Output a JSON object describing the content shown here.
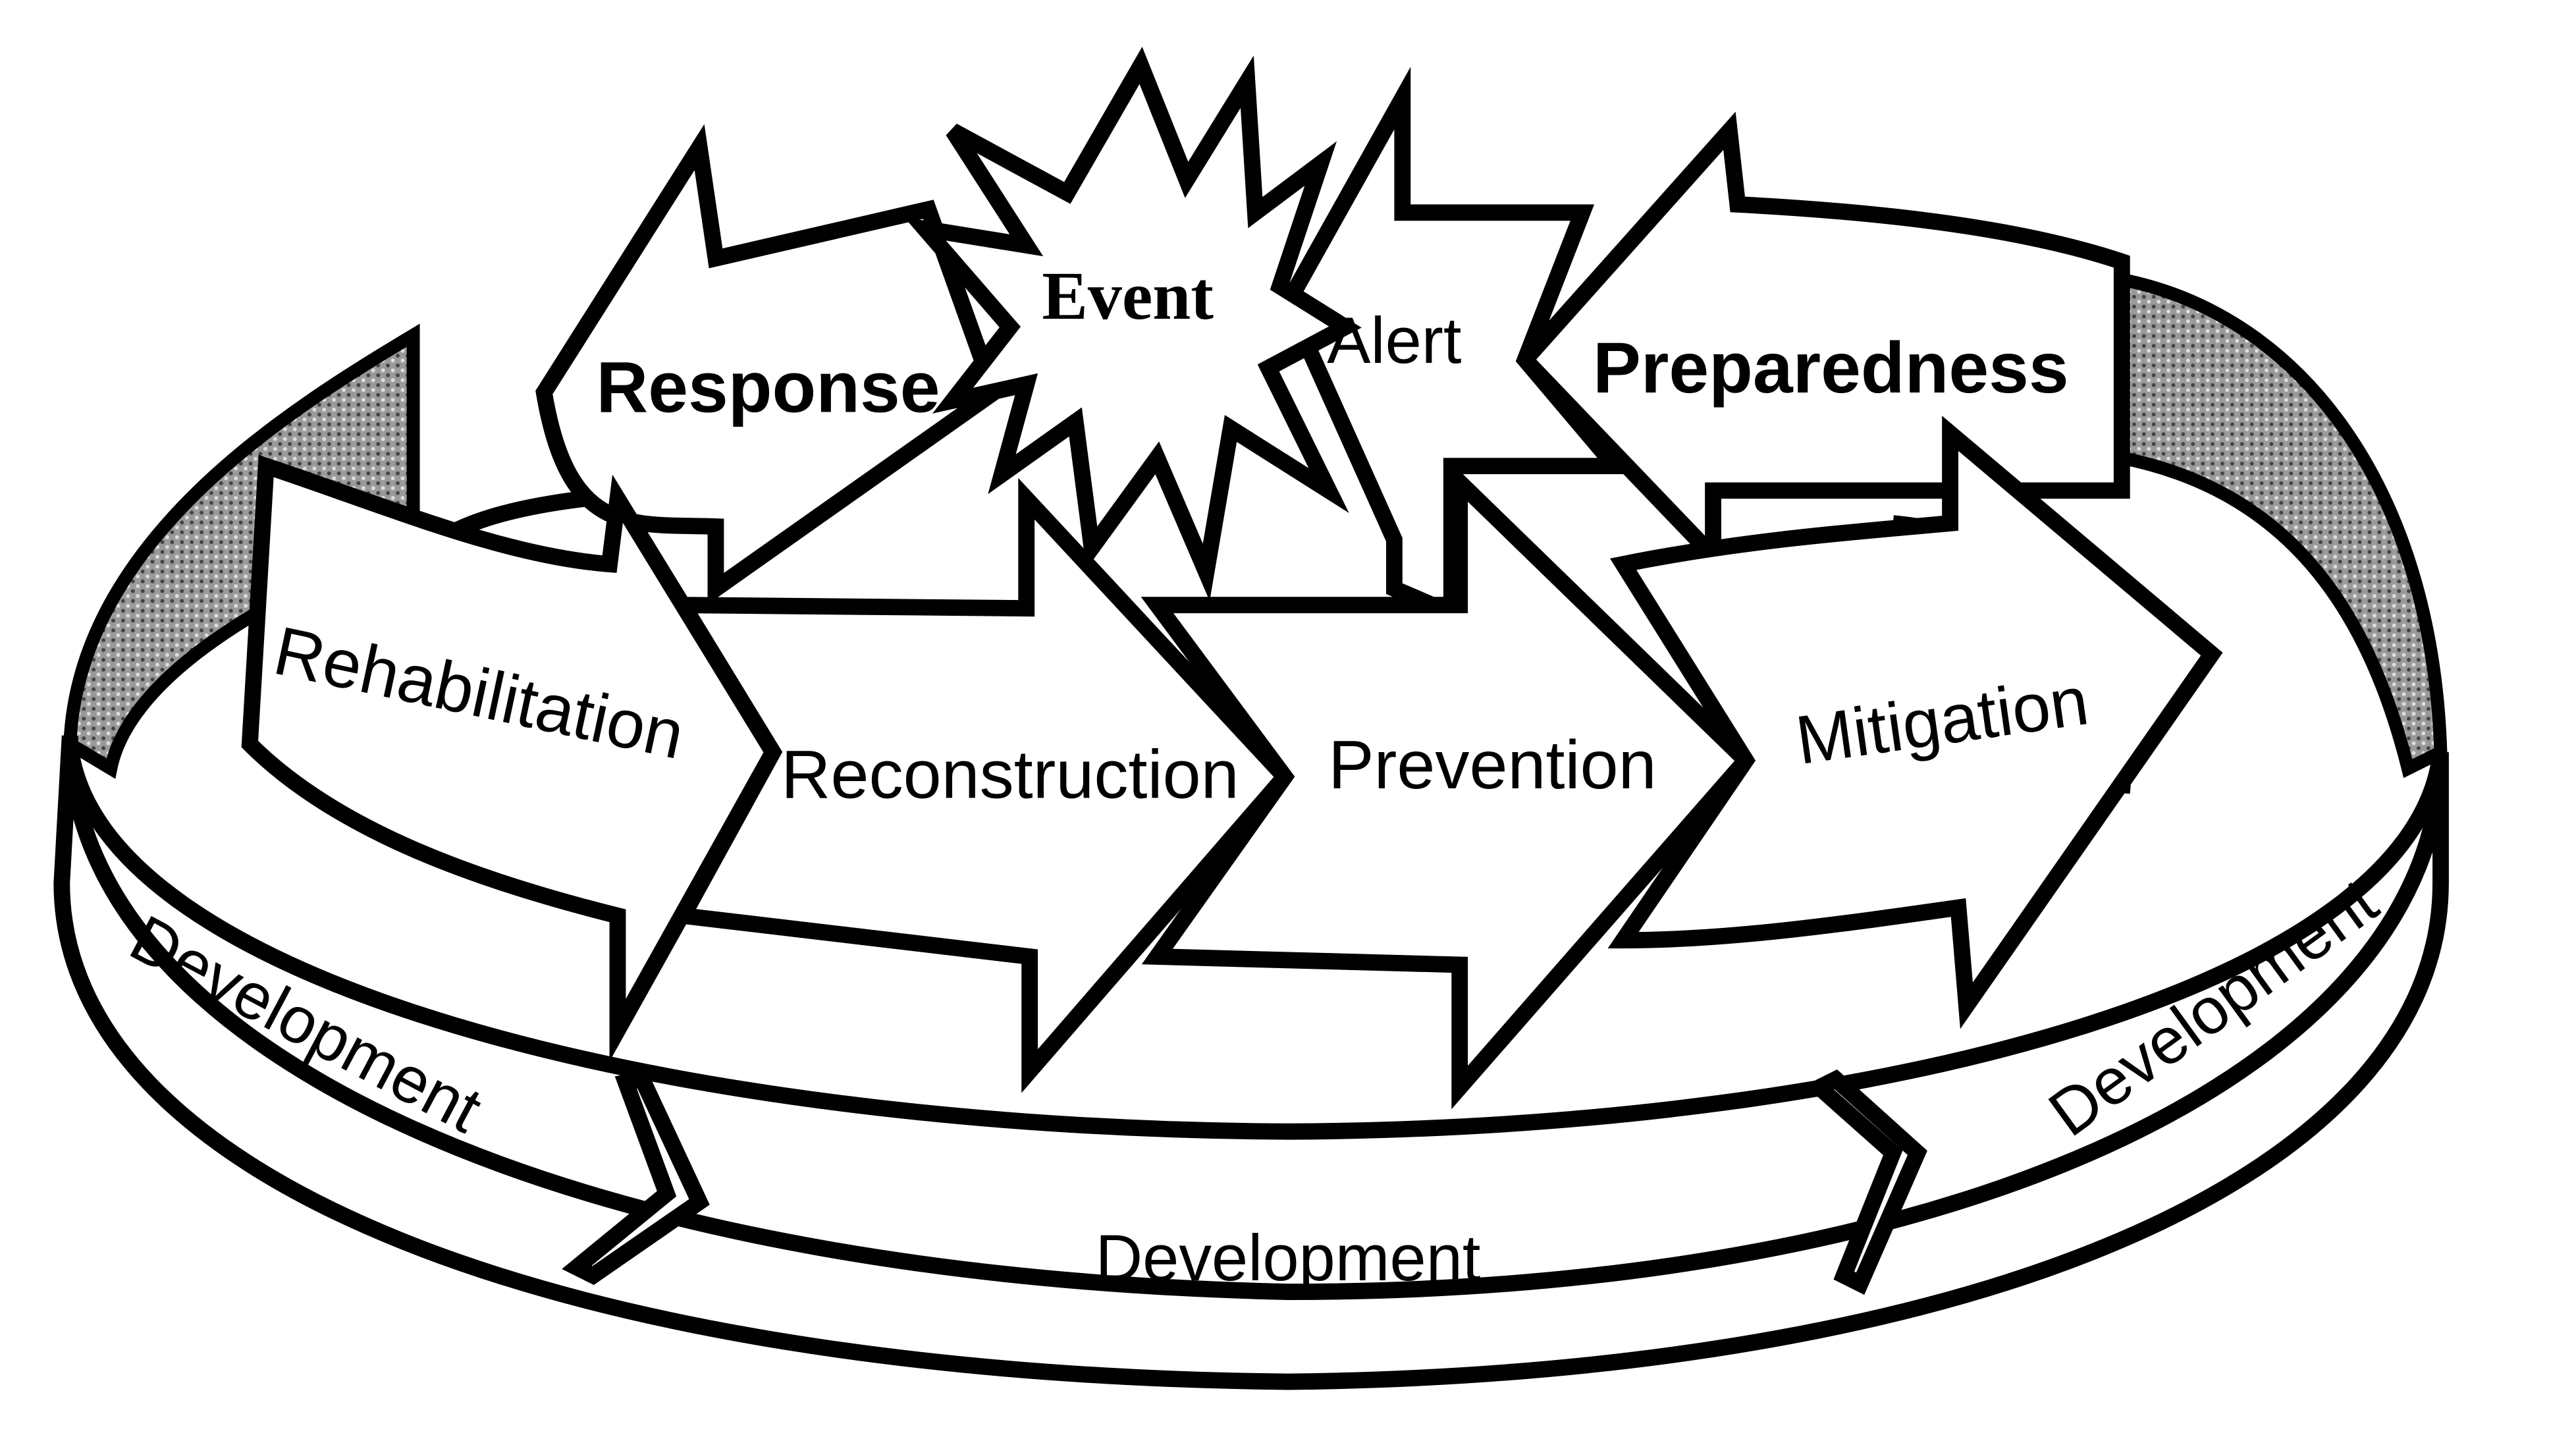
{
  "diagram": {
    "labels": {
      "event": "Event",
      "alert": "Alert",
      "preparedness": "Preparedness",
      "response": "Response",
      "rehabilitation": "Rehabilitation",
      "reconstruction": "Reconstruction",
      "prevention": "Prevention",
      "mitigation": "Mitigation",
      "development_left": "Development",
      "development_center": "Development",
      "development_right": "Development"
    }
  }
}
